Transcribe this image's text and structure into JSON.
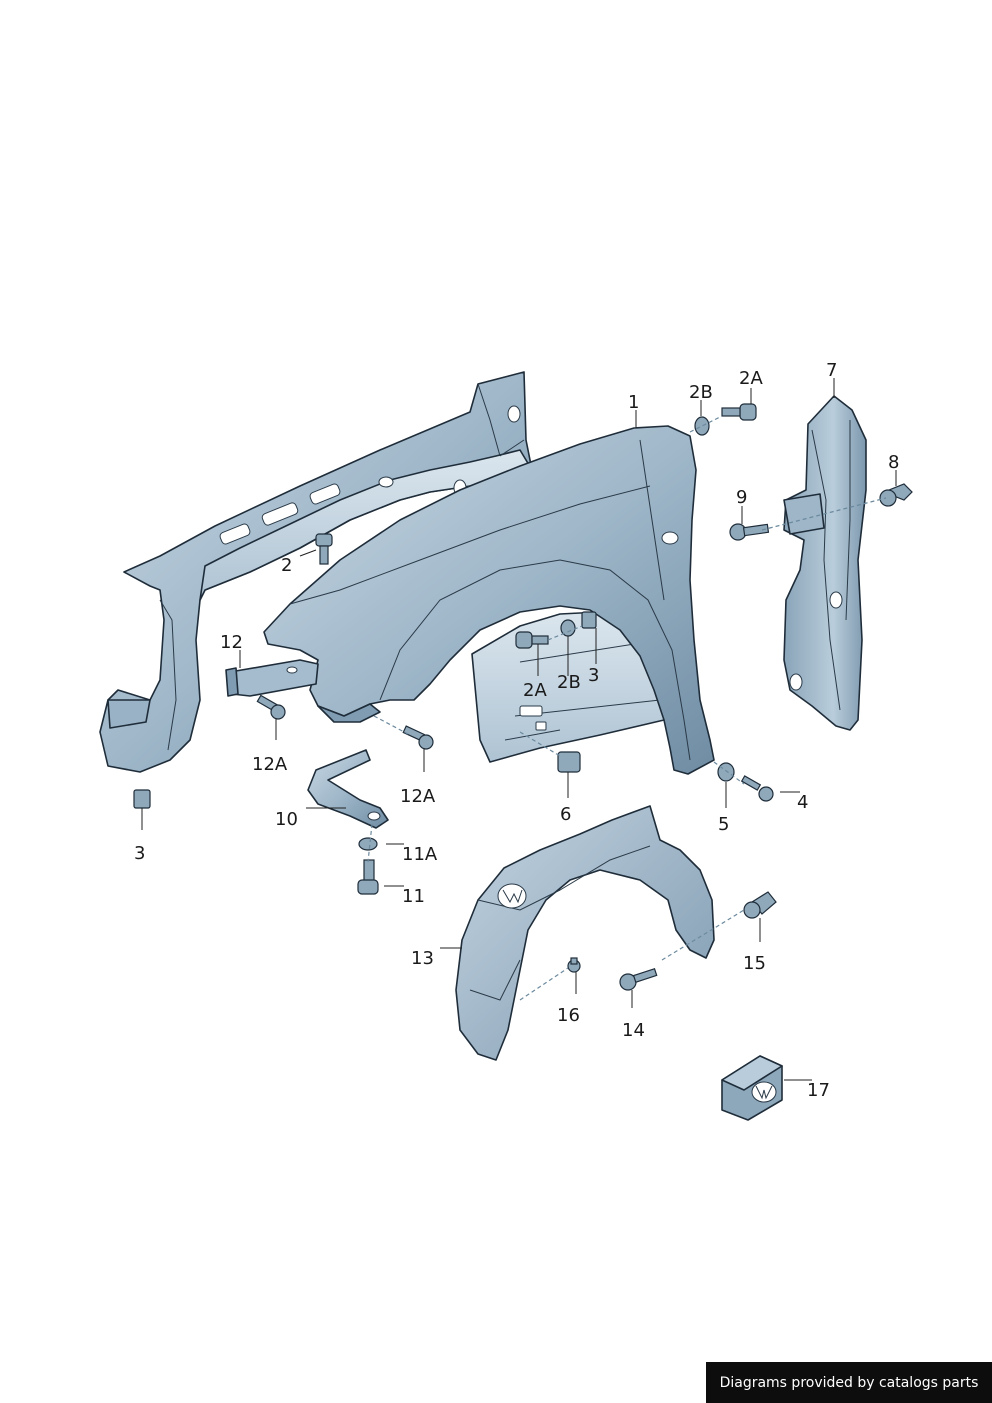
{
  "callouts": {
    "c1": "1",
    "c2": "2",
    "c2A_top": "2A",
    "c2B_top": "2B",
    "c2A_low": "2A",
    "c2B_low": "2B",
    "c3_arch": "3",
    "c3_left": "3",
    "c4": "4",
    "c5": "5",
    "c6": "6",
    "c7": "7",
    "c8": "8",
    "c9": "9",
    "c10": "10",
    "c11": "11",
    "c11A": "11A",
    "c12": "12",
    "c12A_left": "12A",
    "c12A_mid": "12A",
    "c13": "13",
    "c14": "14",
    "c15": "15",
    "c16": "16",
    "c17": "17"
  },
  "credit": "Diagrams provided by catalogs parts",
  "colors": {
    "panel_fill": "#a9bfd0",
    "panel_dark": "#7f9cb2",
    "panel_light": "#d3e0ea",
    "line": "#1f2d3a",
    "credit_bg": "#0d0d0d"
  }
}
